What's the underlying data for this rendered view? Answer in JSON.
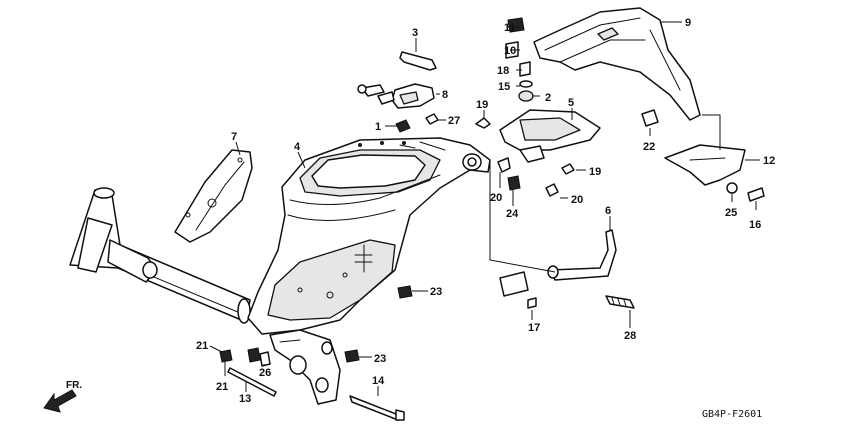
{
  "diagram": {
    "direction_label": "FR.",
    "drawing_code": "GB4P-F2601",
    "callouts": {
      "p1": "1",
      "p2": "2",
      "p3": "3",
      "p4": "4",
      "p5": "5",
      "p6": "6",
      "p7": "7",
      "p8": "8",
      "p9": "9",
      "p10": "10",
      "p11": "11",
      "p12": "12",
      "p13": "13",
      "p14": "14",
      "p15": "15",
      "p16": "16",
      "p17": "17",
      "p18": "18",
      "p19a": "19",
      "p19b": "19",
      "p20a": "20",
      "p20b": "20",
      "p21a": "21",
      "p21b": "21",
      "p22": "22",
      "p23a": "23",
      "p23b": "23",
      "p24": "24",
      "p25": "25",
      "p26": "26",
      "p27": "27",
      "p28": "28"
    }
  }
}
